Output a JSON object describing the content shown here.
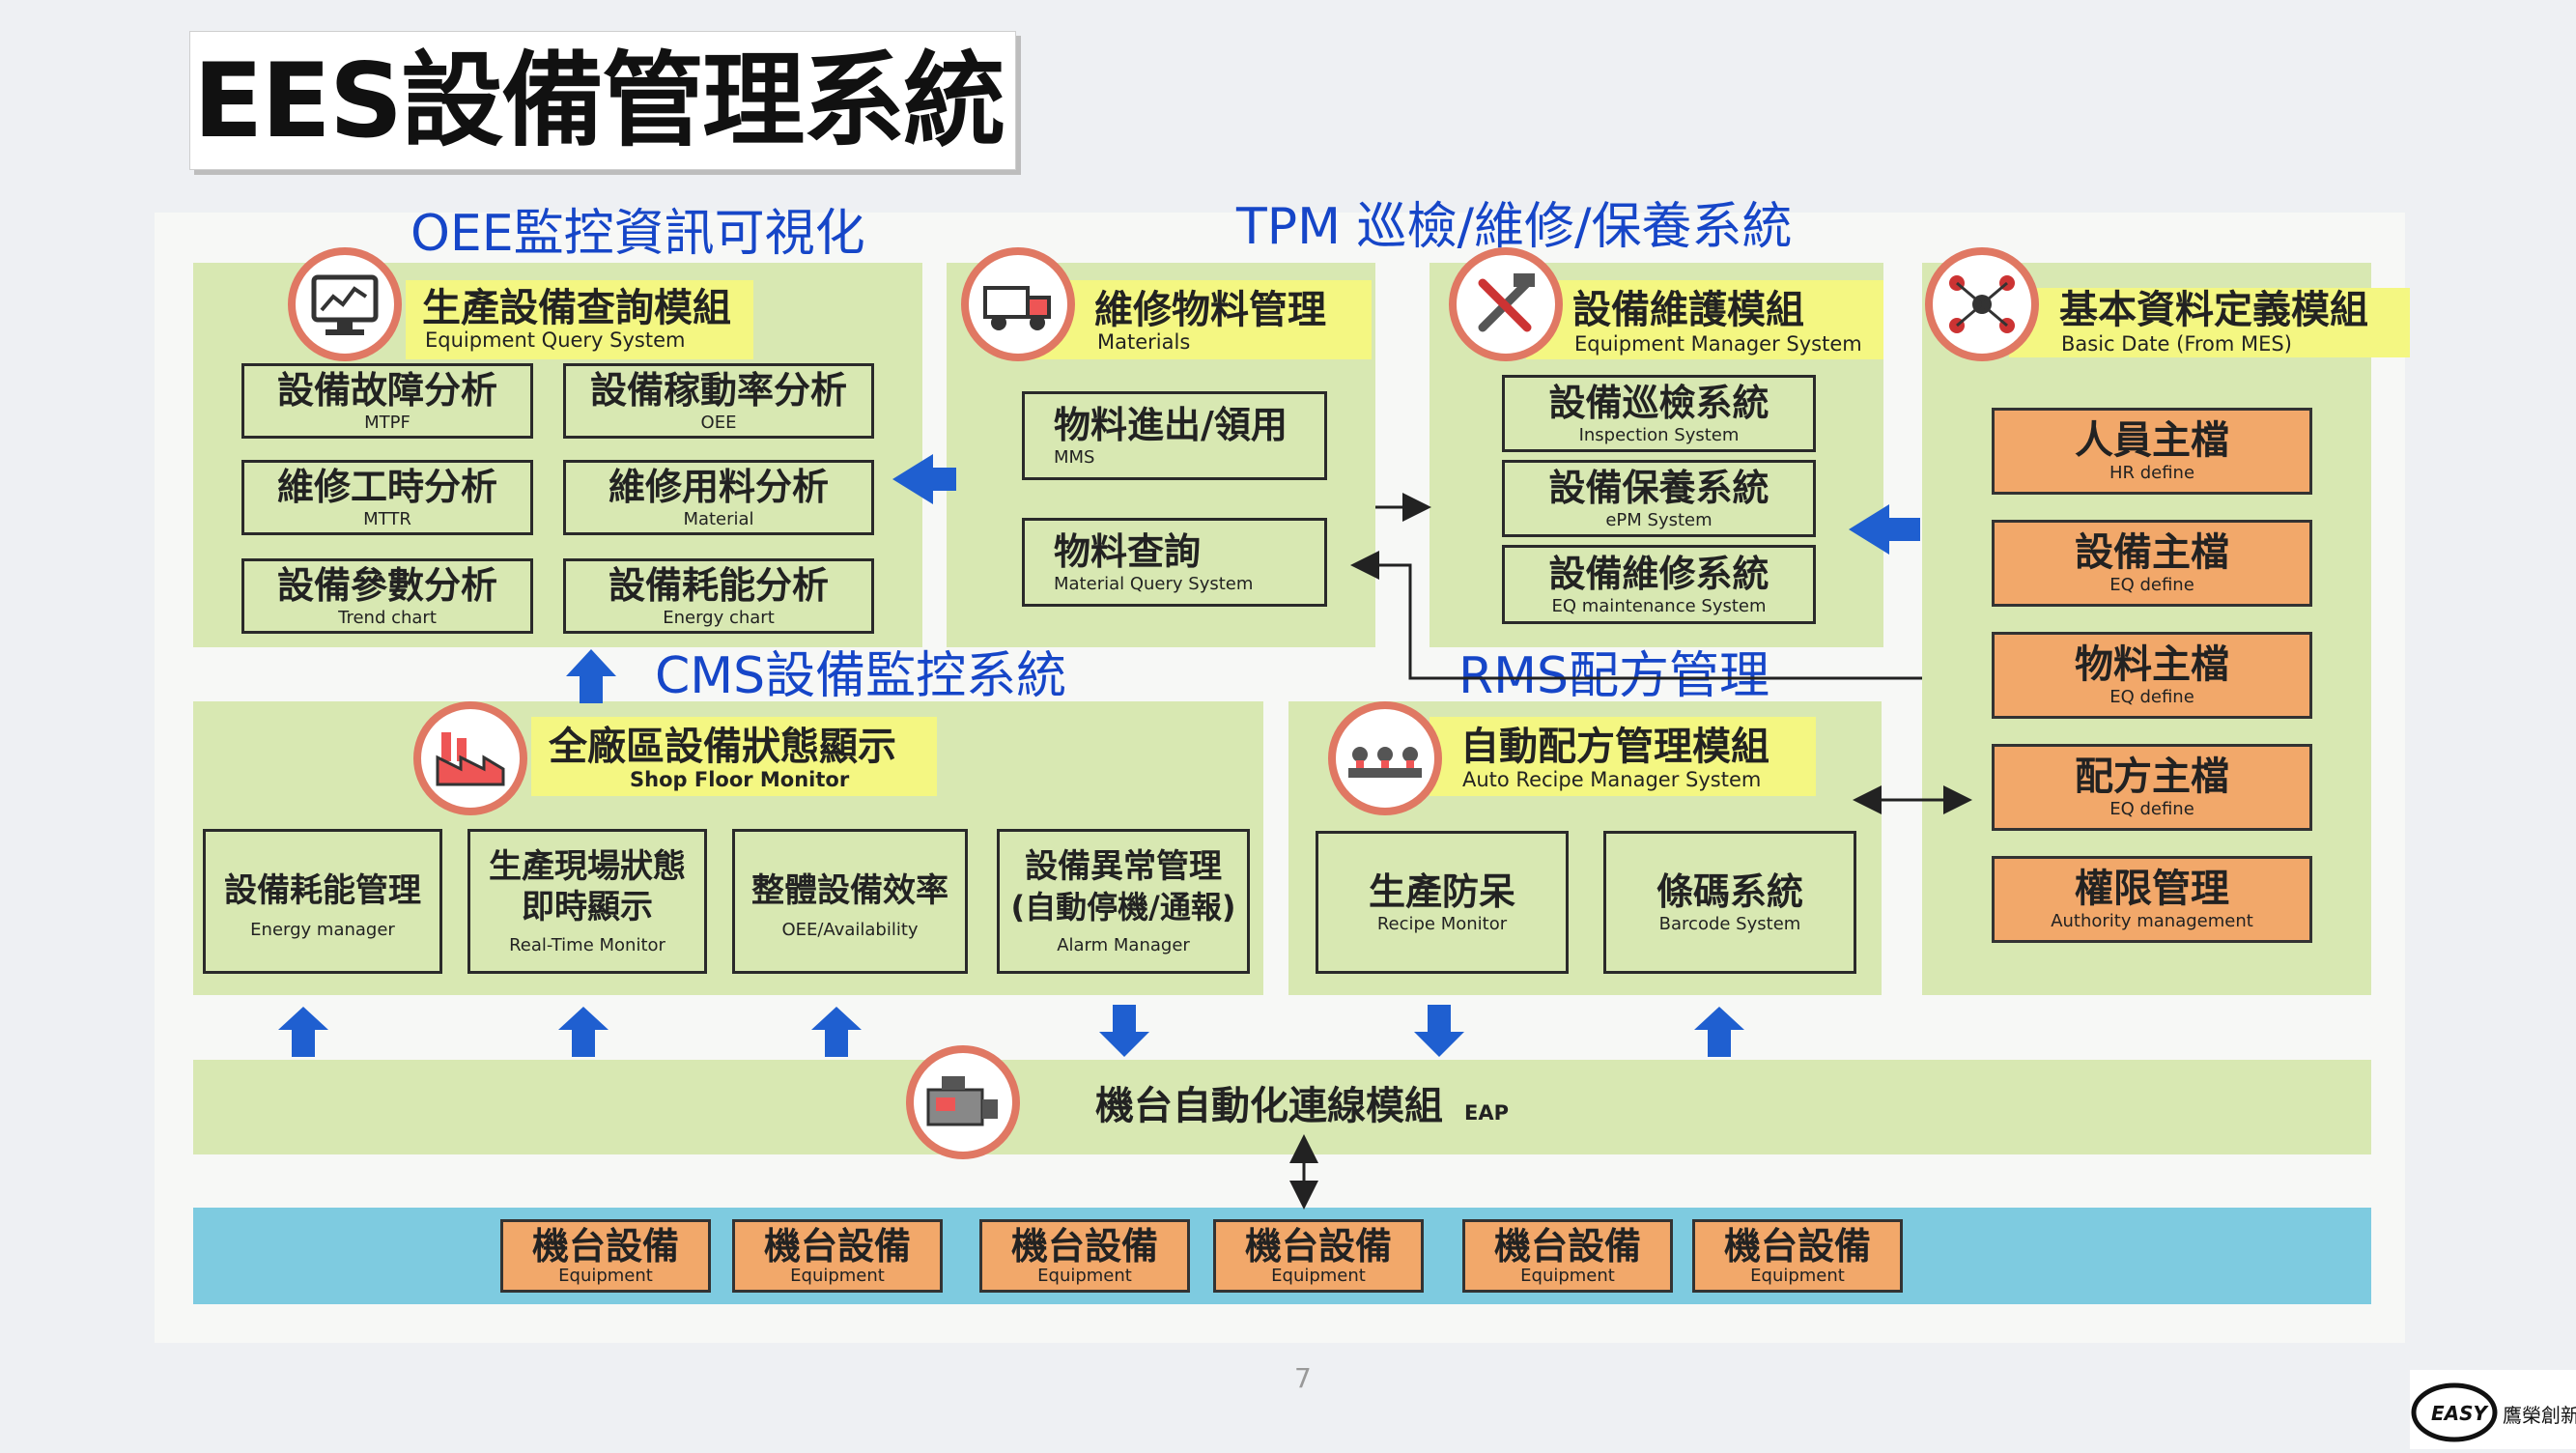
{
  "title": "EES設備管理系統",
  "labels": {
    "oee": "OEE監控資訊可視化",
    "tpm": "TPM 巡檢/維修/保養系統",
    "cms": "CMS設備監控系統",
    "rms": "RMS配方管理"
  },
  "modules": {
    "query": {
      "title": "生產設備查詢模組",
      "sub": "Equipment Query System"
    },
    "materials": {
      "title": "維修物料管理",
      "sub": "Materials"
    },
    "maintain": {
      "title": "設備維護模組",
      "sub": "Equipment Manager System"
    },
    "basic": {
      "title": "基本資料定義模組",
      "sub": "Basic Date (From MES)"
    },
    "shopfloor": {
      "title": "全廠區設備狀態顯示",
      "sub": "Shop Floor Monitor"
    },
    "recipe": {
      "title": "自動配方管理模組",
      "sub": "Auto Recipe Manager System"
    },
    "eap": {
      "title": "機台自動化連線模組",
      "sub": "EAP"
    }
  },
  "query_items": [
    {
      "t": "設備故障分析",
      "s": "MTPF"
    },
    {
      "t": "設備稼動率分析",
      "s": "OEE"
    },
    {
      "t": "維修工時分析",
      "s": "MTTR"
    },
    {
      "t": "維修用料分析",
      "s": "Material"
    },
    {
      "t": "設備參數分析",
      "s": "Trend chart"
    },
    {
      "t": "設備耗能分析",
      "s": "Energy chart"
    }
  ],
  "material_items": [
    {
      "t": "物料進出/領用",
      "s": "MMS"
    },
    {
      "t": "物料查詢",
      "s": "Material  Query System"
    }
  ],
  "maintain_items": [
    {
      "t": "設備巡檢系統",
      "s": "Inspection System"
    },
    {
      "t": "設備保養系統",
      "s": "ePM System"
    },
    {
      "t": "設備維修系統",
      "s": "EQ maintenance System"
    }
  ],
  "basic_items": [
    {
      "t": "人員主檔",
      "s": "HR define"
    },
    {
      "t": "設備主檔",
      "s": "EQ define"
    },
    {
      "t": "物料主檔",
      "s": "EQ define"
    },
    {
      "t": "配方主檔",
      "s": "EQ define"
    },
    {
      "t": "權限管理",
      "s": "Authority management"
    }
  ],
  "shopfloor_items": [
    {
      "t": "設備耗能管理",
      "s": "Energy manager"
    },
    {
      "t1": "生產現場狀態",
      "t2": "即時顯示",
      "s": "Real-Time Monitor"
    },
    {
      "t": "整體設備效率",
      "s": "OEE/Availability"
    },
    {
      "t1": "設備異常管理",
      "t2": "(自動停機/通報)",
      "s": "Alarm Manager"
    }
  ],
  "recipe_items": [
    {
      "t": "生產防呆",
      "s": "Recipe Monitor"
    },
    {
      "t": "條碼系統",
      "s": "Barcode System"
    }
  ],
  "equipment": {
    "t": "機台設備",
    "s": "Equipment"
  },
  "page_number": "7",
  "logo": {
    "brand": "EASY",
    "name": "鷹榮創新"
  },
  "colors": {
    "panel": "#d8e8b2",
    "highlight": "#f4f782",
    "orange": "#f2a86a",
    "blue_arrow": "#1f5fd0",
    "equip_band": "#7ecbe0",
    "label_blue": "#1646c8",
    "circle_border": "#e07863"
  }
}
